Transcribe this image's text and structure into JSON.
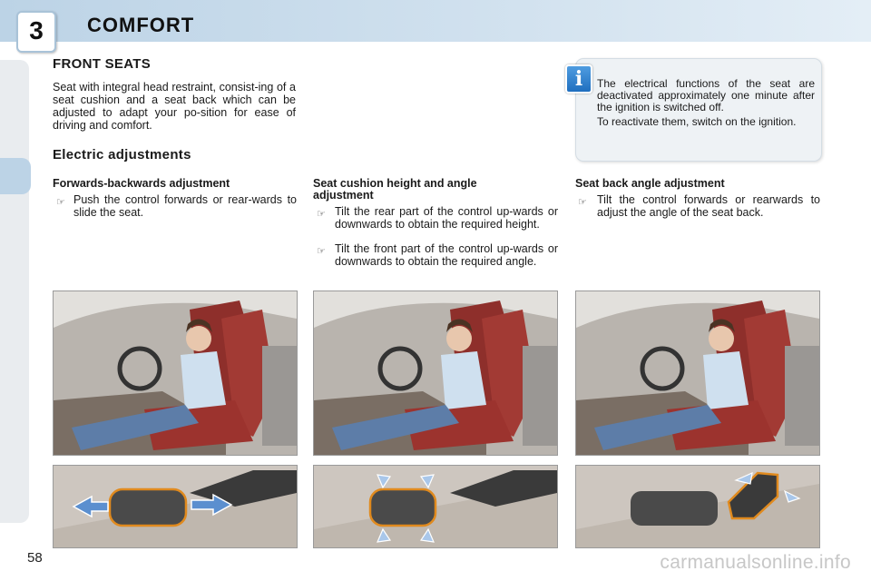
{
  "chapter": {
    "number": "3",
    "title": "COMFORT"
  },
  "page_number": "58",
  "watermark": "carmanualsonline.info",
  "section_title": "FRONT SEATS",
  "intro_text": "Seat with integral head restraint, consist-ing of a seat cushion and a seat back which can be adjusted to adapt your po-sition for ease of driving and comfort.",
  "subsection_title": "Electric adjustments",
  "info_box": {
    "icon": "i",
    "text_1": "The electrical functions of the seat are deactivated approximately one minute after the ignition is switched off.",
    "text_2": "To reactivate them, switch on the ignition."
  },
  "bullet_glyph": "☞",
  "columns": [
    {
      "heading": "Forwards-backwards adjustment",
      "bullets": [
        "Push the control forwards or rear-wards to slide the seat."
      ]
    },
    {
      "heading": "Seat cushion height and angle adjustment",
      "bullets": [
        "Tilt the rear part of the control up-wards or downwards to obtain the required height.",
        "Tilt the front part of the control up-wards or downwards to obtain the required angle."
      ]
    },
    {
      "heading": "Seat back angle adjustment",
      "bullets": [
        "Tilt the control forwards or rearwards to adjust the angle of the seat back."
      ]
    }
  ],
  "colors": {
    "header_band": "#bcd3e6",
    "accent_highlight": "#e08a1e",
    "arrow_blue": "#5b8fcf",
    "seat_leather": "#8e2f2b"
  }
}
